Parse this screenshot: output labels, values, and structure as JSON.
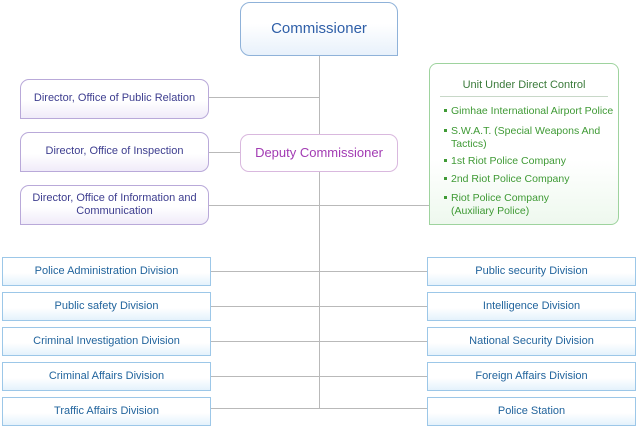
{
  "commissioner": "Commissioner",
  "deputy_commissioner": "Deputy Commissioner",
  "directors": [
    "Director, Office of Public Relation",
    "Director, Office of Inspection",
    "Director, Office of Information and Communication"
  ],
  "unit_direct_control": {
    "title": "Unit Under Direct Control",
    "items": [
      "Gimhae International Airport Police",
      "S.W.A.T. (Special Weapons And Tactics)",
      "1st Riot Police Company",
      "2nd Riot Police Company",
      "Riot Police Company (Auxiliary Police)"
    ]
  },
  "divisions_left": [
    "Police Administration Division",
    "Public safety Division",
    "Criminal Investigation Division",
    "Criminal Affairs Division",
    "Traffic Affairs Division"
  ],
  "divisions_right": [
    "Public security Division",
    "Intelligence Division",
    "National Security Division",
    "Foreign Affairs Division",
    "Police Station"
  ],
  "colors": {
    "commissioner_text": "#2f5fa8",
    "deputy_text": "#a23bb3",
    "director_text": "#3d3d8f",
    "unit_text": "#3f9a35",
    "division_text": "#21649d",
    "connector": "#b9b9b9"
  }
}
